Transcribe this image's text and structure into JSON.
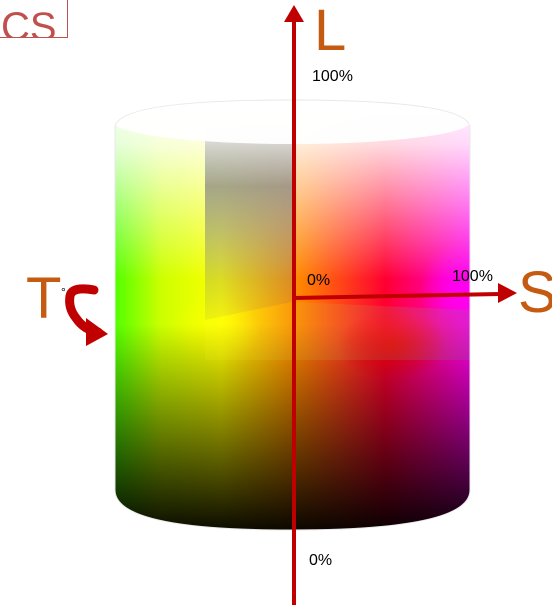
{
  "title": "CS",
  "axes": {
    "lightness": {
      "letter": "L",
      "top_label": "100%",
      "bottom_label": "0%"
    },
    "saturation": {
      "letter": "S",
      "start_label": "0%",
      "end_label": "100%"
    },
    "hue": {
      "letter": "T",
      "unit": "°"
    }
  },
  "colors": {
    "axis": "#c00000",
    "letters": "#c55a11",
    "title_border": "#c0504d"
  }
}
